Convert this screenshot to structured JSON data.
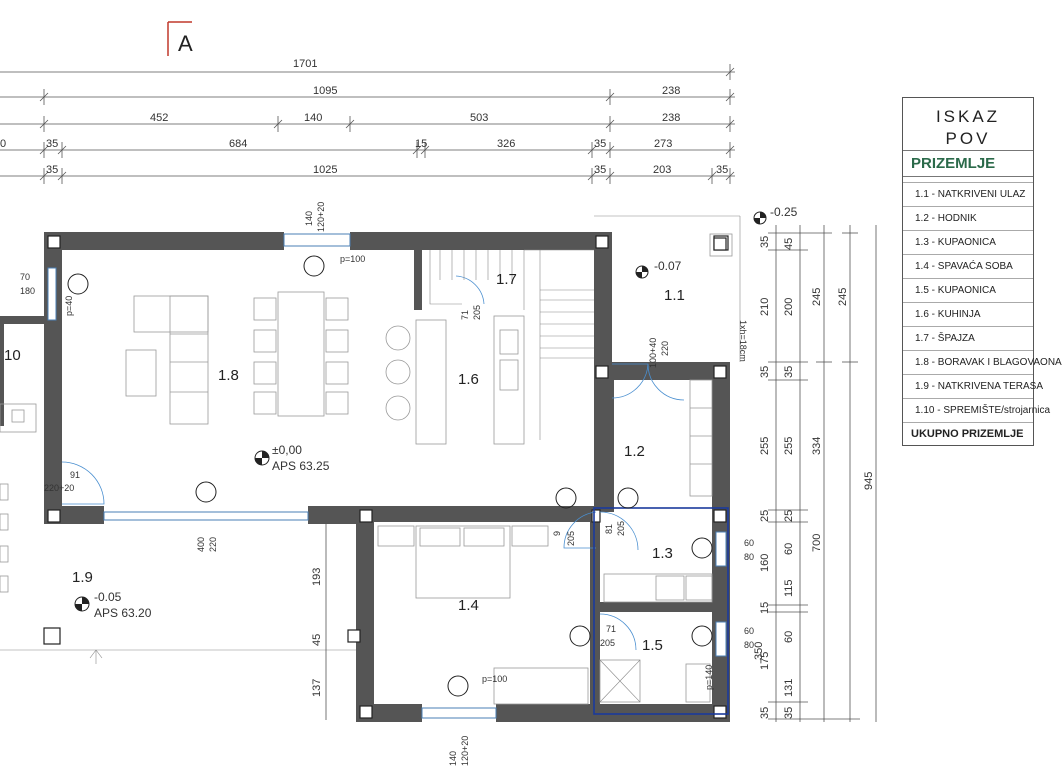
{
  "section_marker": "A",
  "dimensions_top": {
    "row1": [
      "1701"
    ],
    "row2": [
      "1095",
      "238"
    ],
    "row3": [
      "452",
      "140",
      "503",
      "238"
    ],
    "row4": [
      "0",
      "35",
      "684",
      "15",
      "326",
      "35",
      "273"
    ],
    "row5": [
      "35",
      "1025",
      "35",
      "203",
      "35"
    ]
  },
  "dimensions_right": {
    "col1": [
      "35",
      "210",
      "35",
      "255",
      "25",
      "160",
      "15",
      "175",
      "35"
    ],
    "col2": [
      "45",
      "200",
      "35",
      "255",
      "25",
      "60",
      "115",
      "60",
      "131",
      "35"
    ],
    "col3": [
      "245",
      "334",
      "700"
    ],
    "col4": [
      "245",
      "945"
    ]
  },
  "rooms": {
    "r1_1": "1.1",
    "r1_2": "1.2",
    "r1_3": "1.3",
    "r1_4": "1.4",
    "r1_5": "1.5",
    "r1_6": "1.6",
    "r1_7": "1.7",
    "r1_8": "1.8",
    "r1_9": "1.9",
    "r1_10": "10"
  },
  "levels": {
    "entrance": "-0.25",
    "porch": "-0.07",
    "main": "±0,00",
    "main_aps": "APS 63.25",
    "terrace": "-0.05",
    "terrace_aps": "APS 63.20"
  },
  "openings": {
    "top_window": [
      "140",
      "120+20"
    ],
    "left_window": [
      "70",
      "180"
    ],
    "left_p": "p=40",
    "top_p": "p=100",
    "pantry_door": [
      "71",
      "205"
    ],
    "entrance_door": [
      "100+40",
      "220"
    ],
    "left_door": [
      "91",
      "220+20"
    ],
    "bottom_window": [
      "400",
      "220"
    ],
    "hall_door": [
      "81",
      "205"
    ],
    "bed_door": [
      "9",
      "205"
    ],
    "bath_win1": [
      "60",
      "80"
    ],
    "bath_door2": [
      "71",
      "205"
    ],
    "bath_win2": [
      "60",
      "80"
    ],
    "bath_p": "p=140",
    "bed_p": "p=100",
    "bottom_window2": [
      "140",
      "120+20"
    ],
    "stair_note": "1xh=18cm",
    "terrace_dims": [
      "193",
      "45",
      "137"
    ]
  },
  "legend": {
    "title_line1": "ISKAZ",
    "title_line2": "POV",
    "section": "PRIZEMLJE",
    "rows": [
      "1.1 - NATKRIVENI ULAZ",
      "1.2 - HODNIK",
      "1.3 - KUPAONICA",
      "1.4 - SPAVAĆA SOBA",
      "1.5 - KUPAONICA",
      "1.6 - KUHINJA",
      "1.7 - ŠPAJZA",
      "1.8 - BORAVAK I BLAGOVAONA",
      "1.9 - NATKRIVENA TERASA",
      "1.10 - SPREMIŠTE/strojarnica"
    ],
    "total": "UKUPNO PRIZEMLJE"
  },
  "colors": {
    "wall": "#555555",
    "window": "#4a7fb5",
    "bathroom_outline": "#1a3a9c",
    "legend_section": "#2b6a4a"
  }
}
